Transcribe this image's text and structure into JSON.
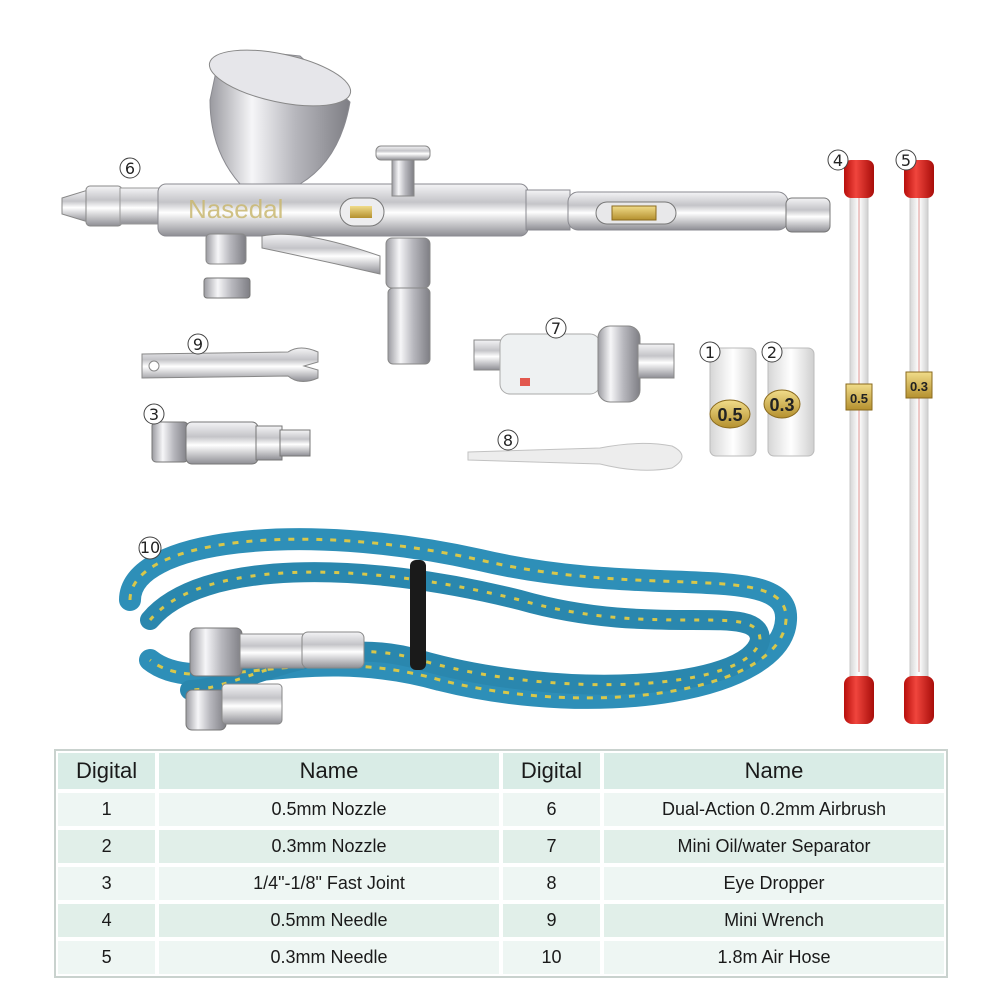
{
  "photo": {
    "brand_text": "Nasedal",
    "part_numbers": [
      "1",
      "2",
      "3",
      "4",
      "5",
      "6",
      "7",
      "8",
      "9",
      "10"
    ],
    "nozzle_1_marking": "0.5",
    "nozzle_2_marking": "0.3",
    "needle_4_marking": "0.5",
    "needle_5_marking": "0.3",
    "colors": {
      "chrome": "#c8c8cc",
      "needle_cap": "#e0221c",
      "hose_blue": "#2e8fb8",
      "hose_yellow": "#d8c74a",
      "table_header": "#d9ece6"
    }
  },
  "table": {
    "headers": {
      "digital_left": "Digital",
      "name_left": "Name",
      "digital_right": "Digital",
      "name_right": "Name"
    },
    "rows": [
      {
        "d1": "1",
        "n1": "0.5mm Nozzle",
        "d2": "6",
        "n2": "Dual-Action 0.2mm Airbrush"
      },
      {
        "d1": "2",
        "n1": "0.3mm Nozzle",
        "d2": "7",
        "n2": "Mini Oil/water Separator"
      },
      {
        "d1": "3",
        "n1": "1/4\"-1/8\" Fast Joint",
        "d2": "8",
        "n2": "Eye Dropper"
      },
      {
        "d1": "4",
        "n1": "0.5mm Needle",
        "d2": "9",
        "n2": "Mini Wrench"
      },
      {
        "d1": "5",
        "n1": "0.3mm Needle",
        "d2": "10",
        "n2": "1.8m Air Hose"
      }
    ]
  }
}
